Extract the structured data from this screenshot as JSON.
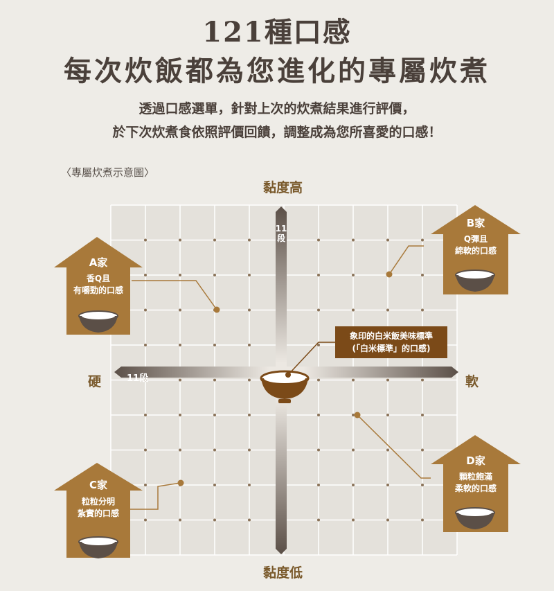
{
  "header": {
    "title_line1": "121種口感",
    "title_line2": "每次炊飯都為您進化的專屬炊煮",
    "subtitle_line1": "透過口感選單，針對上次的炊煮結果進行評價，",
    "subtitle_line2": "於下次炊煮食依照評價回饋，調整成為您所喜愛的口感！"
  },
  "diagram": {
    "caption": "〈專屬炊煮示意圖〉",
    "axis_top": "黏度高",
    "axis_bottom": "黏度低",
    "axis_left": "硬",
    "axis_right": "軟",
    "vertical_levels": "11",
    "vertical_unit": "段",
    "horizontal_levels": "11段",
    "standard": {
      "line1": "象印的白米飯美味標準",
      "line2": "(「白米標準」的口感)"
    },
    "houses": [
      {
        "label": "A家",
        "desc1": "香Q且",
        "desc2": "有嚼勁的口感"
      },
      {
        "label": "B家",
        "desc1": "Q彈且",
        "desc2": "綿軟的口感"
      },
      {
        "label": "C家",
        "desc1": "粒粒分明",
        "desc2": "紮實的口感"
      },
      {
        "label": "D家",
        "desc1": "顆粒飽滿",
        "desc2": "柔軟的口感"
      }
    ],
    "colors": {
      "house": "#a8793a",
      "standard_box": "#7b4a18",
      "axis_label": "#7a5a2c",
      "grid": "#ffffff",
      "dot": "#8a7258"
    }
  }
}
